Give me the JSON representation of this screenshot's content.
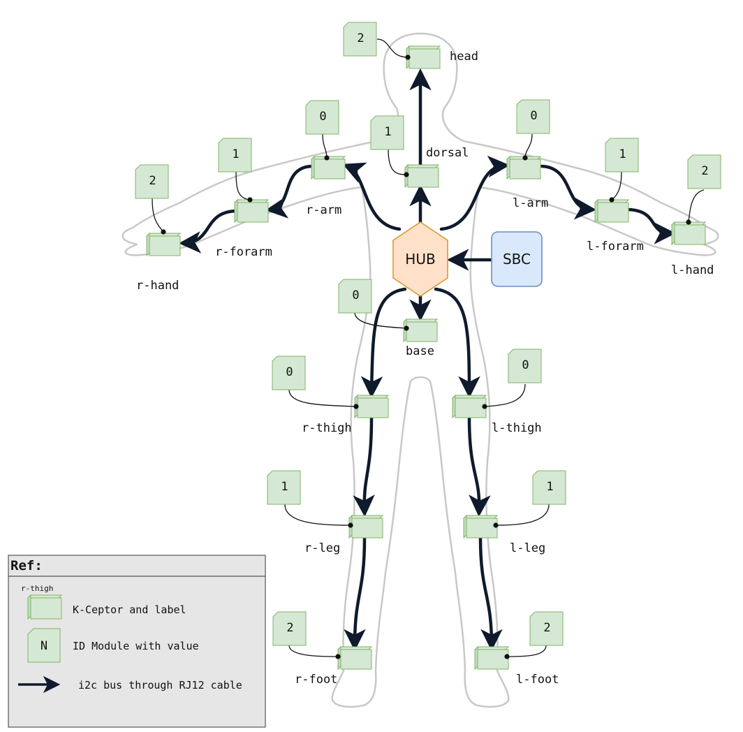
{
  "hub": {
    "label": "HUB",
    "fill": "#ffe0c8",
    "stroke": "#d99a2a"
  },
  "sbc": {
    "label": "SBC",
    "fill": "#dae8fc",
    "stroke": "#6c8ebf"
  },
  "colors": {
    "module_fill": "#d5e8d4",
    "module_stroke": "#82b366",
    "cable": "#0f1a2c",
    "body_outline": "#c8c8c8"
  },
  "nodes": {
    "head": {
      "label": "head",
      "id": "2"
    },
    "dorsal": {
      "label": "dorsal",
      "id": "1"
    },
    "r_arm": {
      "label": "r-arm",
      "id": "0"
    },
    "r_forarm": {
      "label": "r-forarm",
      "id": "1"
    },
    "r_hand": {
      "label": "r-hand",
      "id": "2"
    },
    "l_arm": {
      "label": "l-arm",
      "id": "0"
    },
    "l_forarm": {
      "label": "l-forarm",
      "id": "1"
    },
    "l_hand": {
      "label": "l-hand",
      "id": "2"
    },
    "base": {
      "label": "base",
      "id": "0"
    },
    "r_thigh": {
      "label": "r-thigh",
      "id": "0"
    },
    "l_thigh": {
      "label": "l-thigh",
      "id": "0"
    },
    "r_leg": {
      "label": "r-leg",
      "id": "1"
    },
    "l_leg": {
      "label": "l-leg",
      "id": "1"
    },
    "r_foot": {
      "label": "r-foot",
      "id": "2"
    },
    "l_foot": {
      "label": "l-foot",
      "id": "2"
    }
  },
  "legend": {
    "title": "Ref:",
    "sample_label": "r-thigh",
    "kceptor_desc": "K-Ceptor and label",
    "id_sample": "N",
    "id_desc": "ID Module with value",
    "cable_desc": "i2c bus through RJ12 cable"
  }
}
